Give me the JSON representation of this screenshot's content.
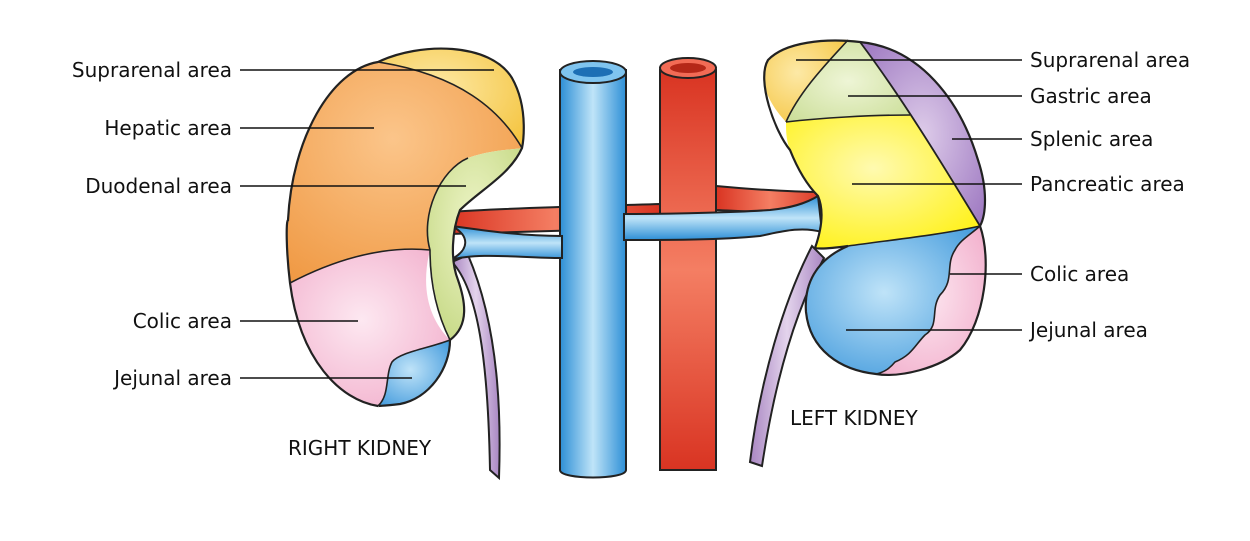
{
  "right_kidney": {
    "title": "RIGHT KIDNEY",
    "labels": {
      "suprarenal": "Suprarenal area",
      "hepatic": "Hepatic area",
      "duodenal": "Duodenal area",
      "colic": "Colic area",
      "jejunal": "Jejunal area"
    }
  },
  "left_kidney": {
    "title": "LEFT KIDNEY",
    "labels": {
      "suprarenal": "Suprarenal area",
      "gastric": "Gastric area",
      "splenic": "Splenic area",
      "pancreatic": "Pancreatic area",
      "colic": "Colic area",
      "jejunal": "Jejunal area"
    }
  },
  "colors": {
    "suprarenal": "#f6c94a",
    "hepatic": "#f3a04f",
    "duodenal": "#cfe08c",
    "colic": "#f4b6d0",
    "jejunal": "#3f9be0",
    "gastric": "#d6e7a6",
    "splenic": "#a884c6",
    "pancreatic": "#fff000",
    "vein": "#3aa2e8",
    "artery": "#e9452f",
    "ureter": "#c9a8d8"
  }
}
